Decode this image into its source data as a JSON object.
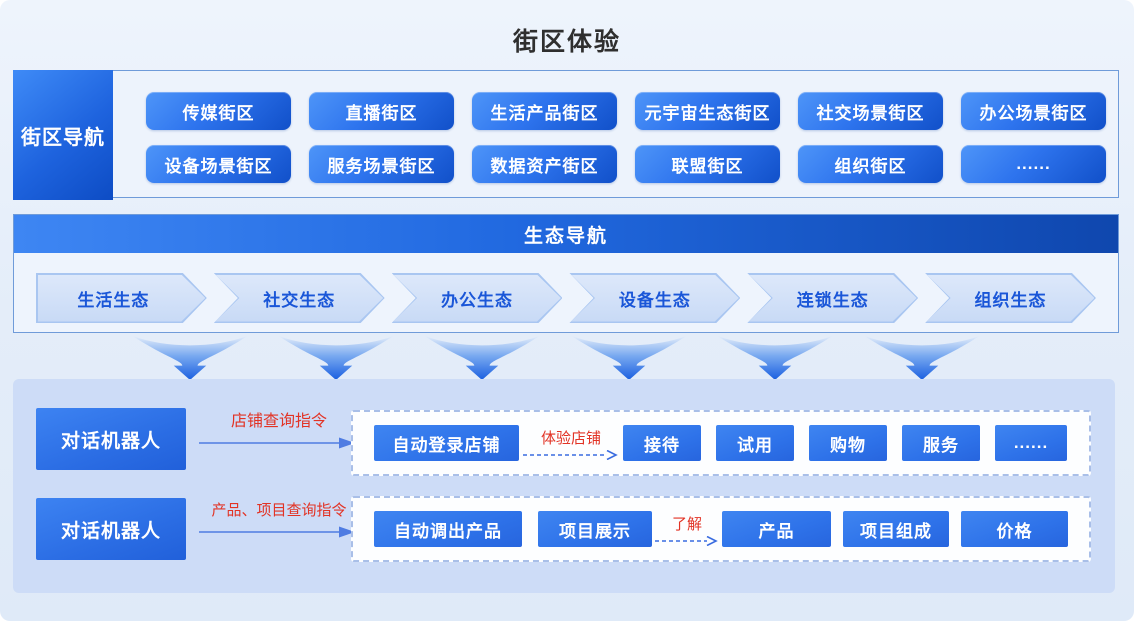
{
  "page": {
    "title": "街区体验"
  },
  "block_nav": {
    "label": "街区导航",
    "rows": [
      [
        "传媒街区",
        "直播街区",
        "生活产品街区",
        "元宇宙生态街区",
        "社交场景街区",
        "办公场景街区"
      ],
      [
        "设备场景街区",
        "服务场景街区",
        "数据资产街区",
        "联盟街区",
        "组织街区",
        "......"
      ]
    ]
  },
  "eco_nav": {
    "title": "生态导航",
    "steps": [
      "生活生态",
      "社交生态",
      "办公生态",
      "设备生态",
      "连锁生态",
      "组织生态"
    ]
  },
  "flows": [
    {
      "robot": "对话机器人",
      "command": "店铺查询指令",
      "entry": "自动登录店铺",
      "transition": "体验店铺",
      "steps": [
        "接待",
        "试用",
        "购物",
        "服务",
        "......"
      ]
    },
    {
      "robot": "对话机器人",
      "command": "产品、项目查询指令",
      "entry": "自动调出产品",
      "second": "项目展示",
      "transition": "了解",
      "steps": [
        "产品",
        "项目组成",
        "价格"
      ]
    }
  ],
  "colors": {
    "accent_blue": "#2e72e9",
    "button_gradient_start": "#4e95f8",
    "button_gradient_end": "#1150c9",
    "header_gradient_start": "#3e86f3",
    "header_gradient_end": "#0f47ae",
    "panel_bg": "#cddcf7",
    "chevron_fill": "#d4e1f8",
    "chevron_text": "#1a56d8",
    "red_label": "#e23325",
    "border_blue": "#6f9bd9"
  }
}
